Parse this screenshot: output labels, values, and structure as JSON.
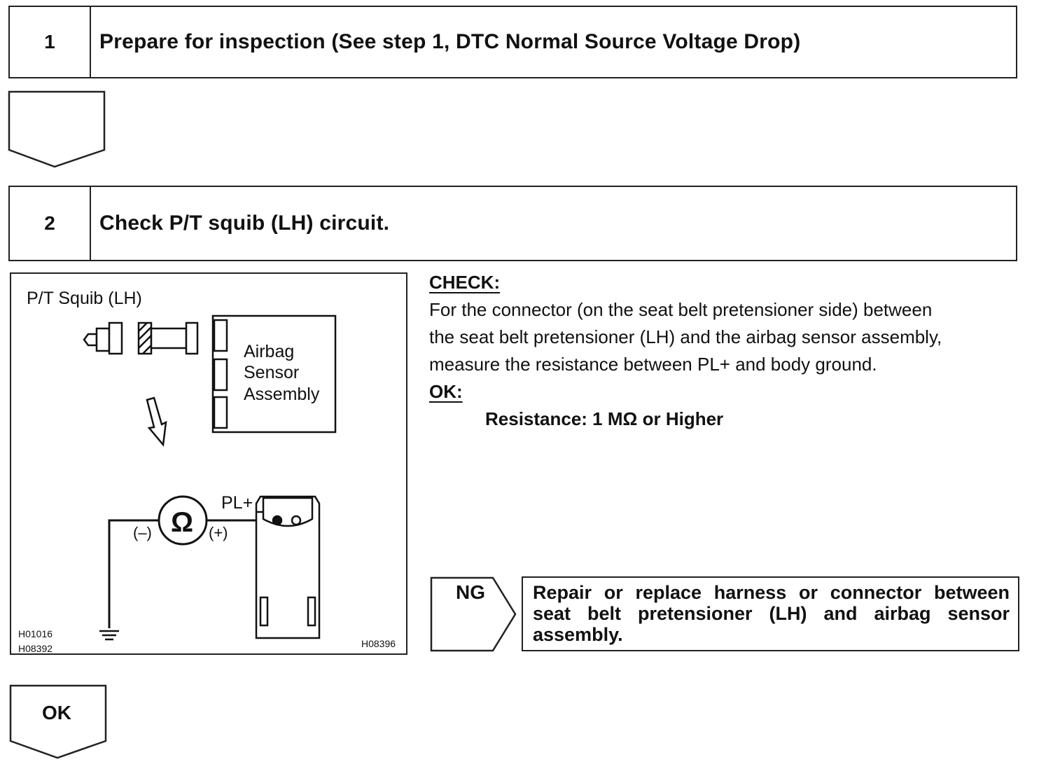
{
  "steps": [
    {
      "number": "1",
      "title": "Prepare for inspection (See step 1, DTC Normal Source Voltage Drop)"
    },
    {
      "number": "2",
      "title": "Check P/T squib (LH) circuit."
    }
  ],
  "figure": {
    "squib_label": "P/T Squib (LH)",
    "sensor_line1": "Airbag",
    "sensor_line2": "Sensor",
    "sensor_line3": "Assembly",
    "ohm_symbol": "Ω",
    "minus_label": "(–)",
    "plus_label": "(+)",
    "terminal_label": "PL+",
    "ref_codes_left": [
      "H01016",
      "H08392"
    ],
    "ref_code_right": "H08396"
  },
  "check": {
    "heading": "CHECK:",
    "lines": [
      "For the connector (on the seat belt pretensioner side) between",
      "the seat belt pretensioner (LH) and the airbag sensor assembly,",
      "measure the resistance between PL+ and body ground."
    ],
    "ok_heading": "OK:",
    "spec": "Resistance: 1 MΩ or Higher"
  },
  "ng": {
    "label": "NG",
    "text": "Repair or replace harness or connector between seat belt pretensioner (LH) and airbag sensor assembly."
  },
  "ok_arrow_label": "OK"
}
